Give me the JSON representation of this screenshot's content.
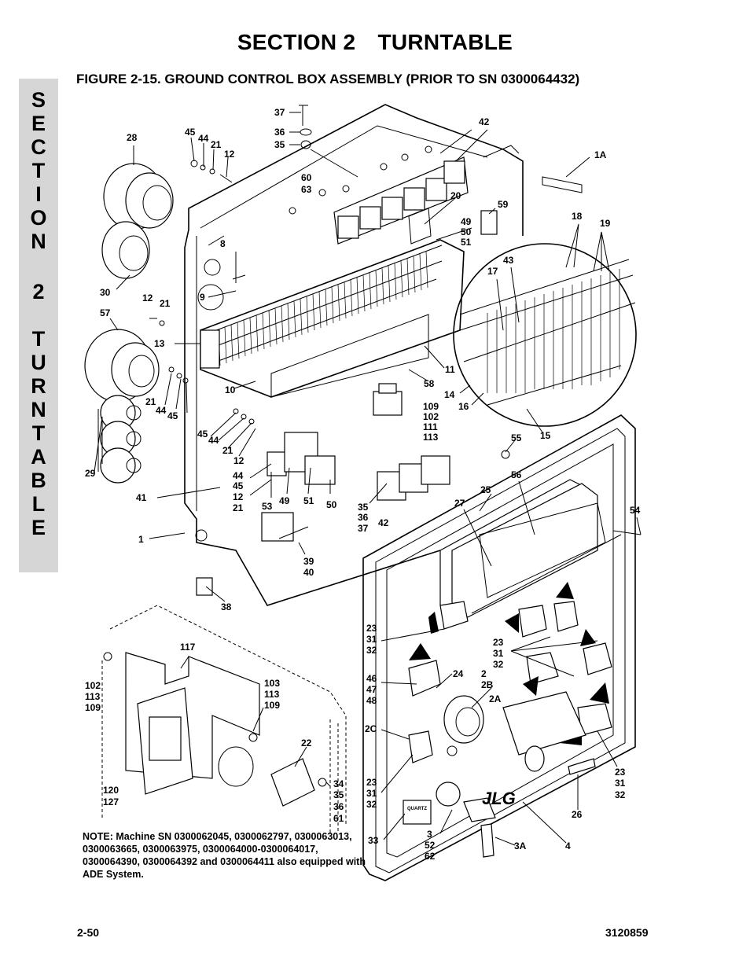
{
  "header": {
    "section_label": "SECTION 2",
    "section_name": "TURNTABLE"
  },
  "side_tab": {
    "letters": [
      "S",
      "E",
      "C",
      "T",
      "I",
      "O",
      "N",
      "2",
      "T",
      "U",
      "R",
      "N",
      "T",
      "A",
      "B",
      "L",
      "E"
    ]
  },
  "figure": {
    "title": "FIGURE 2-15. GROUND CONTROL BOX ASSEMBLY (PRIOR TO SN 0300064432)"
  },
  "callouts": [
    "37",
    "36",
    "35",
    "45",
    "44",
    "21",
    "12",
    "28",
    "60",
    "63",
    "42",
    "1A",
    "20",
    "59",
    "8",
    "49",
    "50",
    "51",
    "18",
    "19",
    "43",
    "17",
    "9",
    "30",
    "12",
    "21",
    "57",
    "13",
    "11",
    "10",
    "58",
    "14",
    "16",
    "21",
    "44",
    "45",
    "109",
    "102",
    "111",
    "113",
    "45",
    "44",
    "21",
    "12",
    "55",
    "15",
    "29",
    "44",
    "45",
    "12",
    "21",
    "56",
    "25",
    "41",
    "53",
    "49",
    "51",
    "50",
    "35",
    "36",
    "37",
    "42",
    "27",
    "54",
    "1",
    "39",
    "40",
    "38",
    "23",
    "31",
    "32",
    "23",
    "31",
    "32",
    "117",
    "46",
    "47",
    "48",
    "24",
    "2",
    "2B",
    "2A",
    "102",
    "113",
    "109",
    "103",
    "113",
    "109",
    "2C",
    "22",
    "120",
    "127",
    "34",
    "35",
    "36",
    "61",
    "23",
    "31",
    "32",
    "23",
    "31",
    "32",
    "26",
    "33",
    "3",
    "52",
    "62",
    "3A",
    "4"
  ],
  "panel_text": {
    "brand_logo": "JLG",
    "quartz_label": "QUARTZ"
  },
  "note": {
    "text": "NOTE: Machine SN 0300062045, 0300062797, 0300063013, 0300063665, 0300063975, 0300064000-0300064017, 0300064390, 0300064392 and 0300064411 also equipped with ADE System."
  },
  "footer": {
    "page_number": "2-50",
    "doc_number": "3120859"
  }
}
